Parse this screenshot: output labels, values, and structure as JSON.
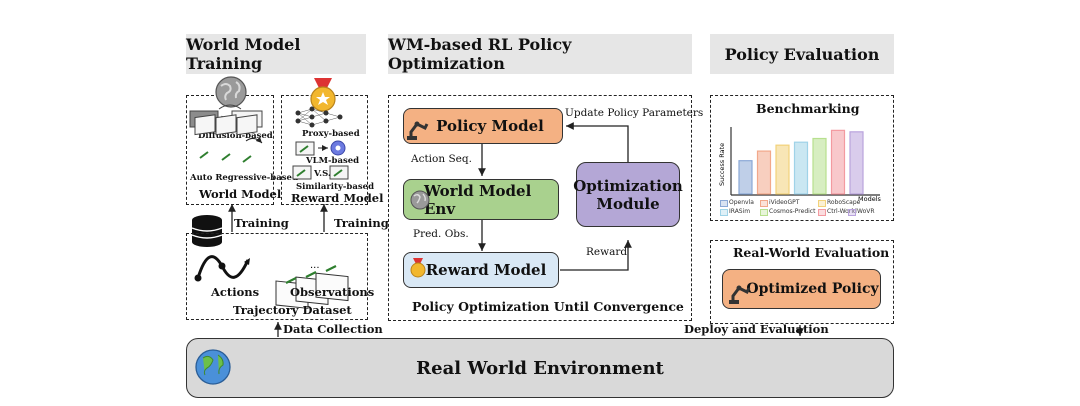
{
  "headers": {
    "training": "World Model Training",
    "optimization": "WM-based RL Policy Optimization",
    "evaluation": "Policy Evaluation"
  },
  "training": {
    "world_model": {
      "diffusion": "Diffusion-based",
      "autoregressive": "Auto Regressive-based",
      "title": "World Model"
    },
    "reward_model": {
      "proxy": "Proxy-based",
      "vlm": "VLM-based",
      "vs": "V.S.",
      "similarity": "Similarity-based",
      "title": "Reward Model"
    },
    "training_label": "Training",
    "dataset": {
      "actions": "Actions",
      "observations": "Observations",
      "title": "Trajectory Dataset"
    }
  },
  "optimization": {
    "policy_model": "Policy Model",
    "world_model_env": "World Model Env",
    "reward_model": "Reward Model",
    "optimization_module": "Optimization Module",
    "update_params": "Update Policy Parameters",
    "action_seq": "Action Seq.",
    "pred_obs": "Pred. Obs.",
    "reward": "Reward",
    "convergence": "Policy Optimization Until Convergence"
  },
  "evaluation": {
    "benchmarking": "Benchmarking",
    "ylabel": "Success Rate",
    "xlabel": "Models",
    "legend": [
      "Openvla",
      "iVideoGPT",
      "RoboScape",
      "IRASim",
      "Cosmos-Predict",
      "Ctrl-World",
      "WoVR"
    ],
    "bar_values": [
      0.45,
      0.58,
      0.66,
      0.7,
      0.75,
      0.86,
      0.84
    ],
    "bar_colors": [
      "#8aa8d6",
      "#f2a88a",
      "#f2d27a",
      "#9fd3e8",
      "#b7e08e",
      "#f39aa0",
      "#b9a3dd"
    ],
    "real_world_title": "Real-World Evaluation",
    "optimized_policy": "Optimized Policy"
  },
  "bottom": {
    "data_collection": "Data Collection",
    "deploy": "Deploy and Evaluation",
    "real_world_env": "Real World Environment"
  }
}
